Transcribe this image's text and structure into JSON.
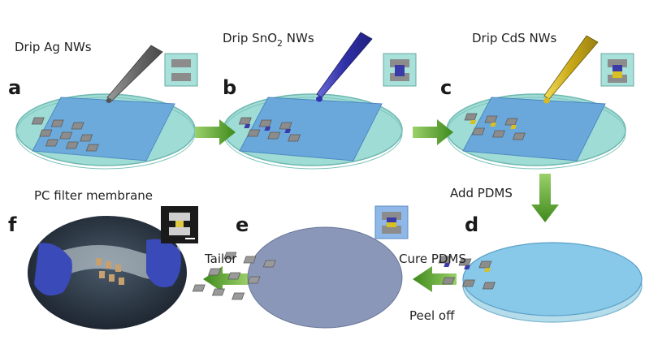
{
  "steps": {
    "drip_ag": "Drip Ag NWs",
    "drip_sno2_prefix": "Drip SnO",
    "drip_sno2_sub": "2",
    "drip_sno2_suffix": " NWs",
    "drip_cds": "Drip CdS NWs",
    "add_pdms": "Add PDMS",
    "cure_pdms": "Cure PDMS",
    "peel_off": "Peel off",
    "tailor": "Tailor",
    "pc_filter": "PC filter membrane"
  },
  "panels": {
    "a": "a",
    "b": "b",
    "c": "c",
    "d": "d",
    "e": "e",
    "f": "f"
  },
  "colors": {
    "dish": "#9fdcd6",
    "membrane": "#6aa8dc",
    "electrode": "#8c8c8c",
    "sno2": "#3a3aa8",
    "cds": "#d9c022",
    "arrow": "#5aa02a",
    "pdms_dish": "#88c8e8",
    "peeled": "#8a97b8"
  }
}
